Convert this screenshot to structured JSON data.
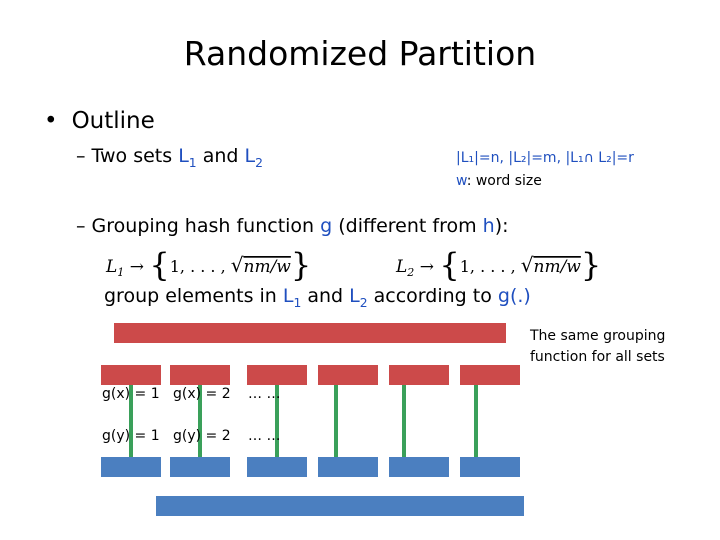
{
  "title": "Randomized Partition",
  "outline": {
    "bullet": "•",
    "label": "Outline"
  },
  "sub1": {
    "dash": "–",
    "text_a": "Two sets ",
    "L": "L",
    "s1": "1",
    "and": " and ",
    "s2": "2"
  },
  "notes": {
    "line1": "|L₁|=n, |L₂|=m, |L₁∩ L₂|=r",
    "w": "w",
    "line2_rest": ": word size"
  },
  "sub2": {
    "dash": "–",
    "text_a": "Grouping hash function ",
    "g": "g",
    "text_b": " (different from ",
    "h": "h",
    "text_c": "):"
  },
  "formulas": {
    "f1": "L₁ → {1, …, √nm/w}",
    "f2": "L₂ → {1, …, √nm/w}"
  },
  "group_line": {
    "text_a": "group elements in ",
    "L": "L",
    "s1": "1",
    "and": " and ",
    "s2": "2",
    "text_b": " according to ",
    "g": "g(.)"
  },
  "same_note": {
    "line1": "The same grouping",
    "line2": "function for all sets"
  },
  "labels": {
    "gx1": "g(x) = 1",
    "gx2": "g(x) = 2",
    "gx3": "… …",
    "gy1": "g(y) = 1",
    "gy2": "g(y) = 2",
    "gy3": "… …"
  },
  "colors": {
    "red": "#cc4a4a",
    "blue": "#4b7fc0",
    "green": "#3aa05a",
    "text_blue": "#1f4fbf"
  }
}
